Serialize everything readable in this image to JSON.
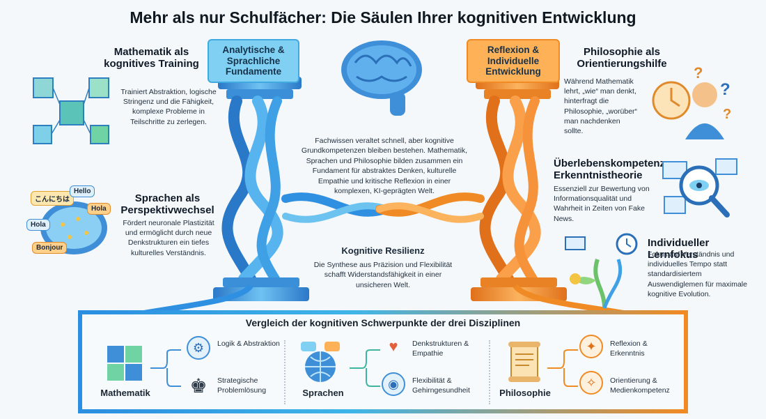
{
  "title": "Mehr als nur Schulfächer: Die Säulen Ihrer kognitiven Entwicklung",
  "pillars": {
    "left_tag": "Analytische & Sprachliche Fundamente",
    "right_tag": "Reflexion & Individuelle Entwicklung"
  },
  "left": {
    "math": {
      "heading": "Mathematik als kognitives Training",
      "text": "Trainiert Abstraktion, logische Stringenz und die Fähigkeit, komplexe Probleme in Teilschritte zu zerlegen."
    },
    "lang": {
      "heading": "Sprachen als Perspektivwechsel",
      "text": "Fördert neuronale Plastizität und ermöglicht durch neue Denkstrukturen ein tiefes kulturelles Verständnis."
    },
    "bubbles": [
      "こんにちは",
      "Hello",
      "Hola",
      "Hola",
      "Bonjour"
    ]
  },
  "right": {
    "philo": {
      "heading": "Philosophie als Orientierungshilfe",
      "text": "Während Mathematik lehrt, „wie“ man denkt, hinterfragt die Philosophie, „worüber“ man nachdenken sollte."
    },
    "survival": {
      "heading": "Überlebenskompetenz Erkenntnistheorie",
      "text": "Essenziell zur Bewertung von Informationsqualität und Wahrheit in Zeiten von Fake News."
    },
    "focus": {
      "heading": "Individueller Lernfokus",
      "text": "Fokus auf Verständnis und individuelles Tempo statt standardisiertem Auswendiglemen für maximale kognitive Evolution."
    }
  },
  "center": {
    "intro": "Fachwissen veraltet schnell, aber kognitive Grundkompetenzen bleiben bestehen. Mathematik, Sprachen und Philosophie bilden zusammen ein Fundament für abstraktes Denken, kulturelle Empathie und kritische Reflexion in einer komplexen, KI-geprägten Welt.",
    "resilience_heading": "Kognitive Resilienz",
    "resilience_text": "Die Synthese aus Präzision und Flexibilität schafft Widerstandsfähigkeit in einer unsicheren Welt."
  },
  "comparison": {
    "title": "Vergleich der kognitiven Schwerpunkte der drei Disziplinen",
    "disciplines": [
      {
        "name": "Mathematik",
        "items": [
          "Logik & Abstraktion",
          "Strategische Problemlösung"
        ]
      },
      {
        "name": "Sprachen",
        "items": [
          "Denkstrukturen & Empathie",
          "Flexibilität & Gehirngesundheit"
        ]
      },
      {
        "name": "Philosophie",
        "items": [
          "Reflexion & Erkenntnis",
          "Orientierung & Medienkompetenz"
        ]
      }
    ]
  },
  "colors": {
    "blue": "#2f8fe0",
    "orange": "#f08a24",
    "teal": "#3fb5e8"
  }
}
